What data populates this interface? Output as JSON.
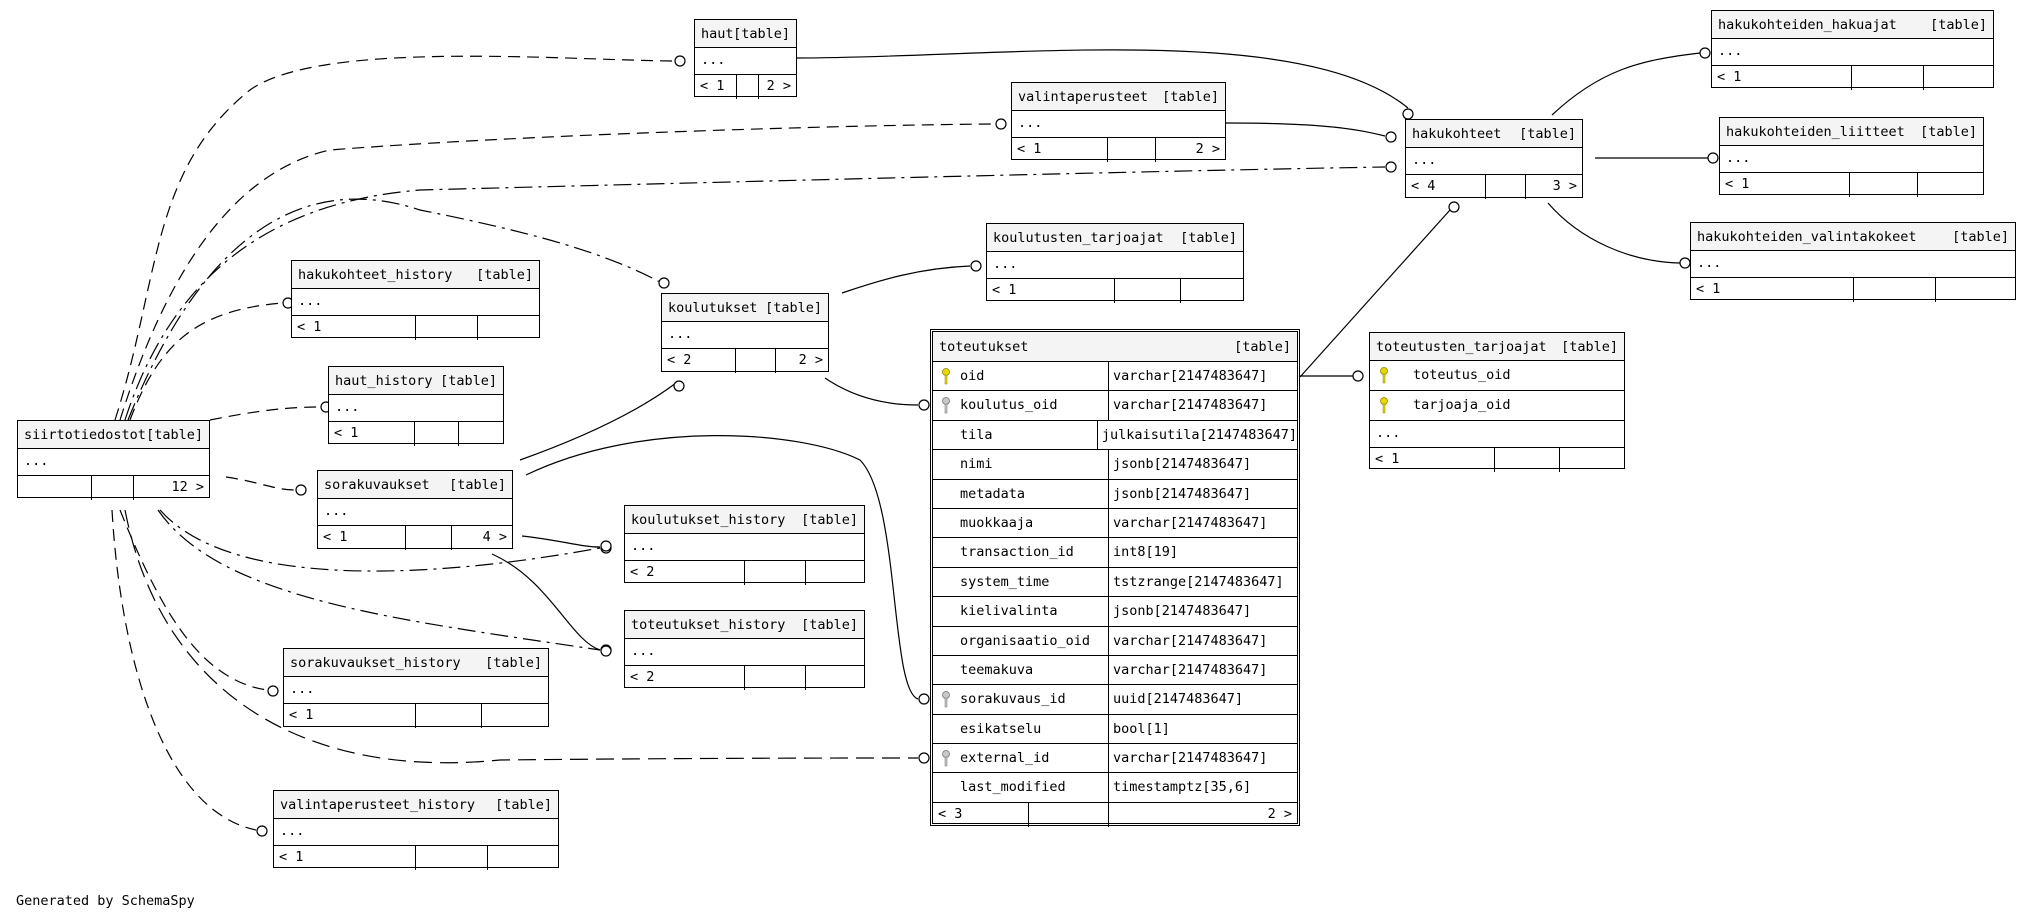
{
  "credit": "Generated by SchemaSpy",
  "table_tag": "[table]",
  "ellipsis": "...",
  "tables": {
    "haut": {
      "name": "haut",
      "left": "< 1",
      "right": "2 >"
    },
    "valintaperusteet": {
      "name": "valintaperusteet",
      "left": "< 1",
      "right": "2 >"
    },
    "hakukohteet": {
      "name": "hakukohteet",
      "left": "< 4",
      "right": "3 >"
    },
    "hakukohteiden_hakuajat": {
      "name": "hakukohteiden_hakuajat",
      "left": "< 1"
    },
    "hakukohteiden_liitteet": {
      "name": "hakukohteiden_liitteet",
      "left": "< 1"
    },
    "hakukohteiden_valintakokeet": {
      "name": "hakukohteiden_valintakokeet",
      "left": "< 1"
    },
    "koulutusten_tarjoajat": {
      "name": "koulutusten_tarjoajat",
      "left": "< 1"
    },
    "hakukohteet_history": {
      "name": "hakukohteet_history",
      "left": "< 1"
    },
    "koulutukset": {
      "name": "koulutukset",
      "left": "< 2",
      "right": "2 >"
    },
    "haut_history": {
      "name": "haut_history",
      "left": "< 1"
    },
    "siirtotiedostot": {
      "name": "siirtotiedostot",
      "right": "12 >"
    },
    "sorakuvaukset": {
      "name": "sorakuvaukset",
      "left": "< 1",
      "right": "4 >"
    },
    "koulutukset_history": {
      "name": "koulutukset_history",
      "left": "< 2"
    },
    "toteutukset_history": {
      "name": "toteutukset_history",
      "left": "< 2"
    },
    "sorakuvaukset_history": {
      "name": "sorakuvaukset_history",
      "left": "< 1"
    },
    "valintaperusteet_history": {
      "name": "valintaperusteet_history",
      "left": "< 1"
    },
    "toteutusten_tarjoajat": {
      "name": "toteutusten_tarjoajat",
      "left": "< 1",
      "columns": [
        {
          "name": "toteutus_oid",
          "key": "primary"
        },
        {
          "name": "tarjoaja_oid",
          "key": "primary"
        }
      ]
    },
    "toteutukset": {
      "name": "toteutukset",
      "left": "< 3",
      "right": "2 >",
      "columns": [
        {
          "name": "oid",
          "type": "varchar[2147483647]",
          "key": "primary"
        },
        {
          "name": "koulutus_oid",
          "type": "varchar[2147483647]",
          "key": "foreign"
        },
        {
          "name": "tila",
          "type": "julkaisutila[2147483647]",
          "key": ""
        },
        {
          "name": "nimi",
          "type": "jsonb[2147483647]",
          "key": ""
        },
        {
          "name": "metadata",
          "type": "jsonb[2147483647]",
          "key": ""
        },
        {
          "name": "muokkaaja",
          "type": "varchar[2147483647]",
          "key": ""
        },
        {
          "name": "transaction_id",
          "type": "int8[19]",
          "key": ""
        },
        {
          "name": "system_time",
          "type": "tstzrange[2147483647]",
          "key": ""
        },
        {
          "name": "kielivalinta",
          "type": "jsonb[2147483647]",
          "key": ""
        },
        {
          "name": "organisaatio_oid",
          "type": "varchar[2147483647]",
          "key": ""
        },
        {
          "name": "teemakuva",
          "type": "varchar[2147483647]",
          "key": ""
        },
        {
          "name": "sorakuvaus_id",
          "type": "uuid[2147483647]",
          "key": "foreign"
        },
        {
          "name": "esikatselu",
          "type": "bool[1]",
          "key": ""
        },
        {
          "name": "external_id",
          "type": "varchar[2147483647]",
          "key": "foreign"
        },
        {
          "name": "last_modified",
          "type": "timestamptz[35,6]",
          "key": ""
        }
      ]
    }
  }
}
